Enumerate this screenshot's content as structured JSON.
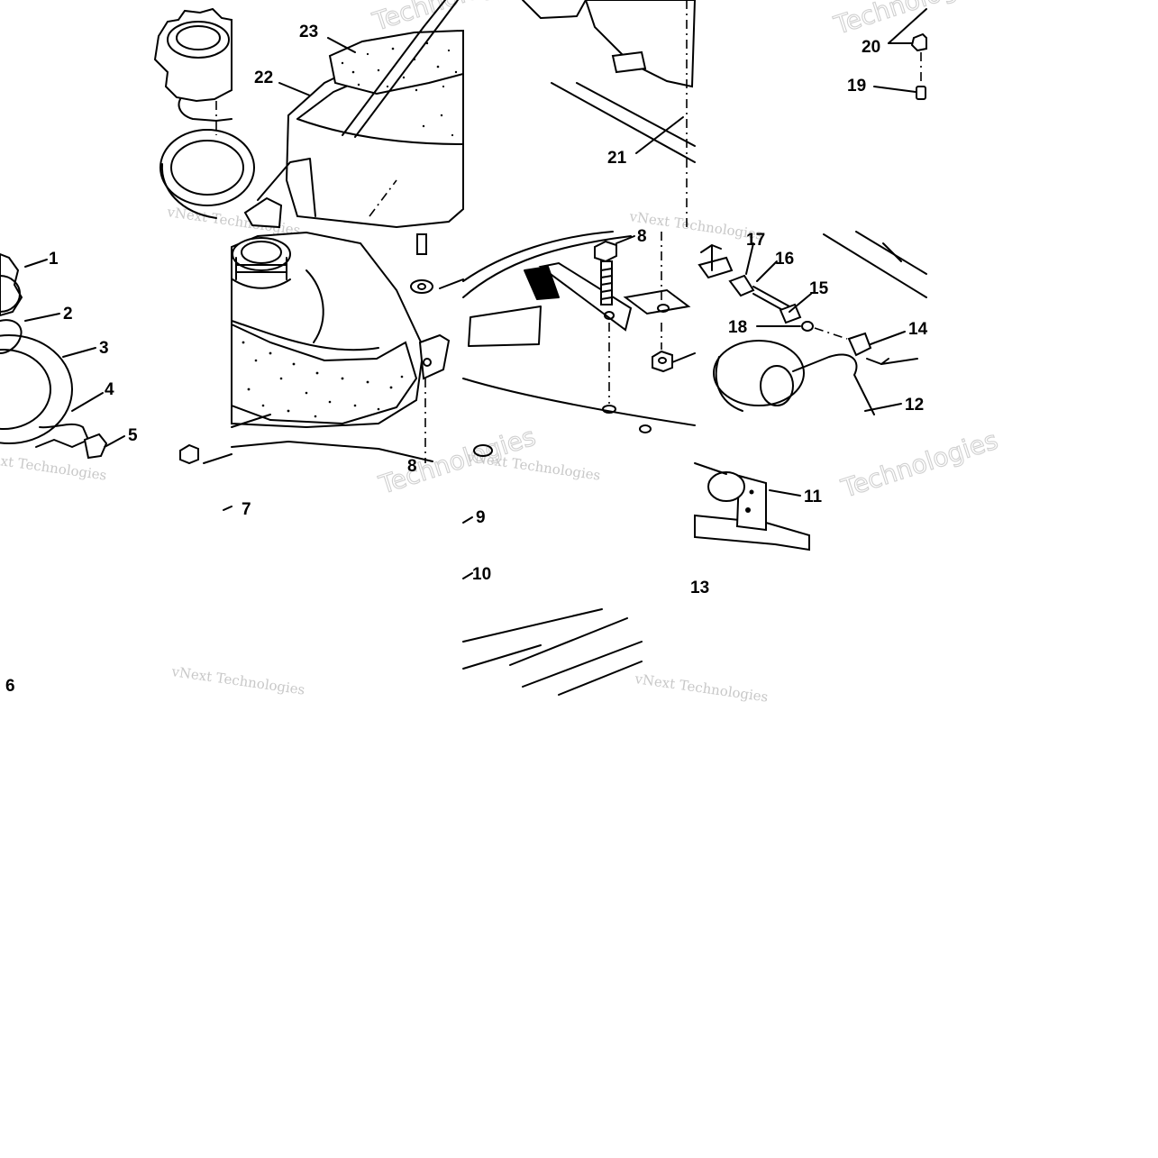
{
  "callouts": [
    "1",
    "2",
    "3",
    "4",
    "5",
    "6",
    "7",
    "8",
    "8",
    "9",
    "10",
    "11",
    "12",
    "13",
    "14",
    "15",
    "16",
    "17",
    "18",
    "19",
    "20",
    "21",
    "22",
    "23"
  ],
  "watermarks": {
    "script": "vNext Technologies",
    "block": "Technologies"
  }
}
